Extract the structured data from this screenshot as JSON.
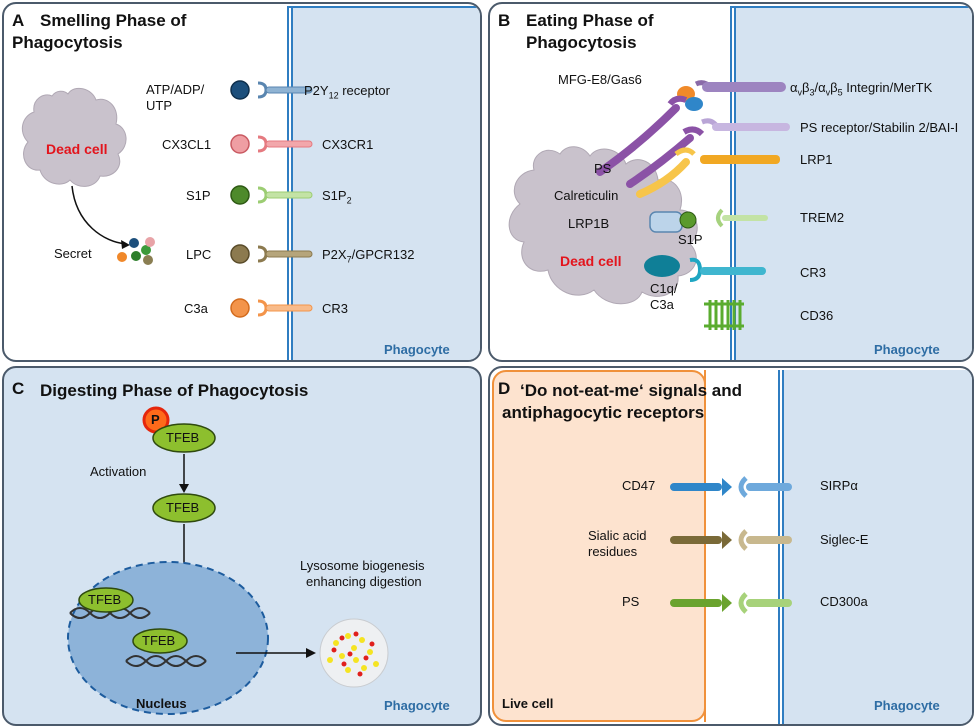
{
  "panelA": {
    "letter": "A",
    "title_line1": "Smelling Phase of",
    "title_line2": "Phagocytosis",
    "dead_cell": "Dead cell",
    "secret": "Secret",
    "phagocyte": "Phagocyte",
    "ligands": [
      "ATP/ADP/",
      "UTP",
      "CX3CL1",
      "S1P",
      "LPC",
      "C3a"
    ],
    "receptors": {
      "r1": "P2Y",
      "r1_sub": "12",
      "r1_tail": " receptor",
      "r2": "CX3CR1",
      "r3": "S1P",
      "r3_sub": "2",
      "r4": "P2X",
      "r4_sub": "7",
      "r4_tail": "/GPCR132",
      "r5": "CR3"
    }
  },
  "panelB": {
    "letter": "B",
    "title_line1": "Eating Phase of",
    "title_line2": "Phagocytosis",
    "mfg": "MFG-E8/Gas6",
    "ps": "PS",
    "calreticulin": "Calreticulin",
    "lrp1b": "LRP1B",
    "s1p": "S1P",
    "dead_cell": "Dead cell",
    "c1q_line1": "C1q/",
    "c1q_line2": "C3a",
    "integrin": {
      "a": "α",
      "a_sub1": "v",
      "b": "β",
      "b_sub1": "3",
      "sep": "/α",
      "a_sub2": "v",
      "b2": "β",
      "b_sub2": "5",
      "tail": " Integrin/MerTK"
    },
    "ps_receptor": "PS receptor/Stabilin 2/BAI-I",
    "lrp1": "LRP1",
    "trem2": "TREM2",
    "cr3": "CR3",
    "cd36": "CD36",
    "phagocyte": "Phagocyte"
  },
  "panelC": {
    "letter": "C",
    "title": "Digesting Phase of Phagocytosis",
    "p": "P",
    "tfeb": "TFEB",
    "activation": "Activation",
    "nucleus": "Nucleus",
    "lysosome_line1": "Lysosome biogenesis",
    "lysosome_line2": "enhancing digestion",
    "phagocyte": "Phagocyte"
  },
  "panelD": {
    "letter": "D",
    "title_line1": "‘Do not-eat-me‘ signals and",
    "title_line2": "antiphagocytic receptors",
    "cd47": "CD47",
    "sialic_line1": "Sialic acid",
    "sialic_line2": "residues",
    "ps": "PS",
    "sirpa": "SIRPα",
    "siglec": "Siglec-E",
    "cd300a": "CD300a",
    "live_cell": "Live cell",
    "phagocyte": "Phagocyte"
  }
}
